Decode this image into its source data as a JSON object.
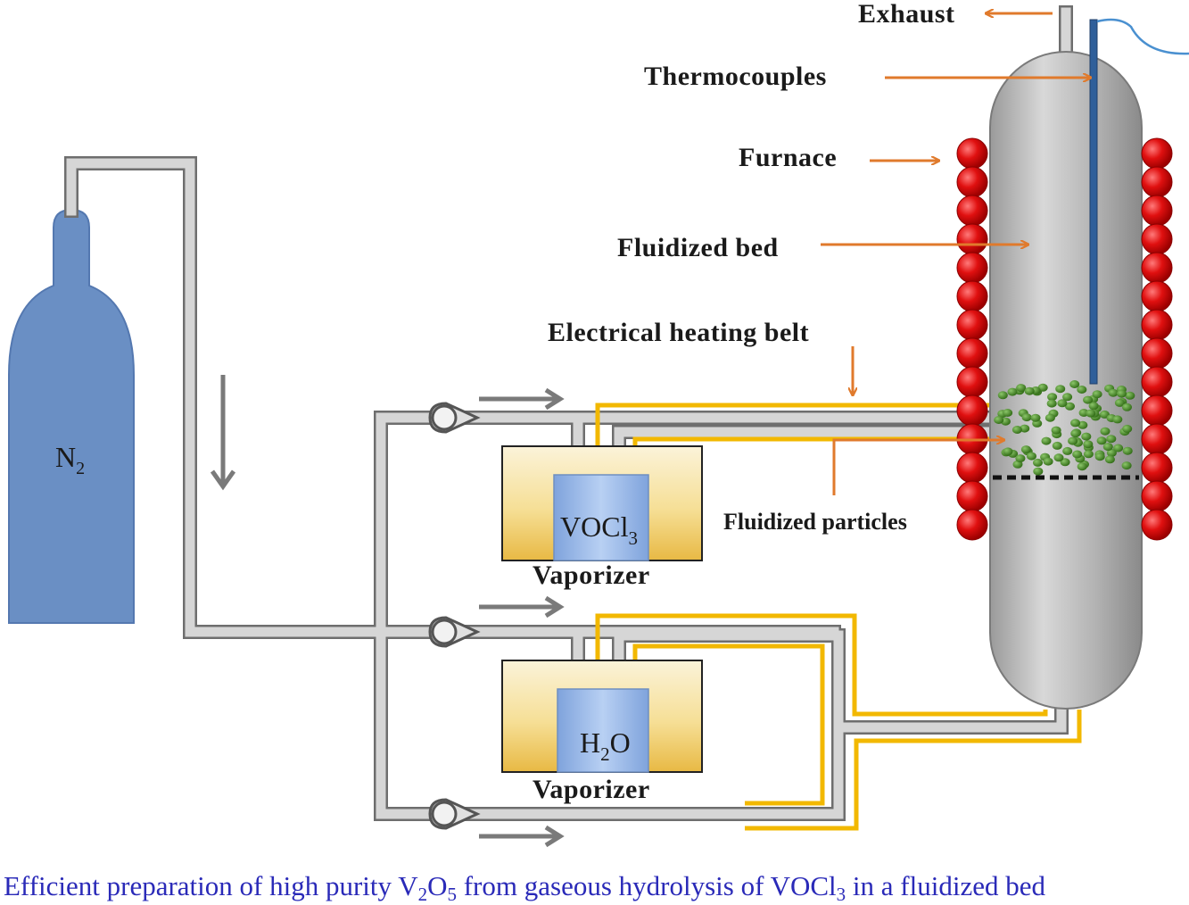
{
  "labels": {
    "exhaust": "Exhaust",
    "thermocouples": "Thermocouples",
    "furnace": "Furnace",
    "fluidized_bed": "Fluidized bed",
    "heating_belt": "Electrical heating belt",
    "fluidized_particles": "Fluidized particles",
    "vaporizer_top": "Vaporizer",
    "vaporizer_bottom": "Vaporizer"
  },
  "cylinder": {
    "base": "N",
    "sub": "2"
  },
  "vocl3": {
    "base": "VOCl",
    "sub": "3"
  },
  "h2o": {
    "base": "H",
    "sub": "2",
    "tail": "O"
  },
  "caption": {
    "part1": "Efficient preparation of high purity V",
    "sub1": "2",
    "part2": "O",
    "sub2": "5",
    "part3": " from gaseous hydrolysis of VOCl",
    "sub3": "3",
    "part4": " in a fluidized bed"
  },
  "colors": {
    "pipe": "#c8c8c8",
    "pipe_edge": "#6e6e6e",
    "heating_belt": "#f2b800",
    "cylinder": "#6a8fc4",
    "furnace_ball": "#e01010",
    "particle": "#3c7d1c",
    "arrow": "#e07a2c",
    "caption": "#2a2ab8"
  }
}
